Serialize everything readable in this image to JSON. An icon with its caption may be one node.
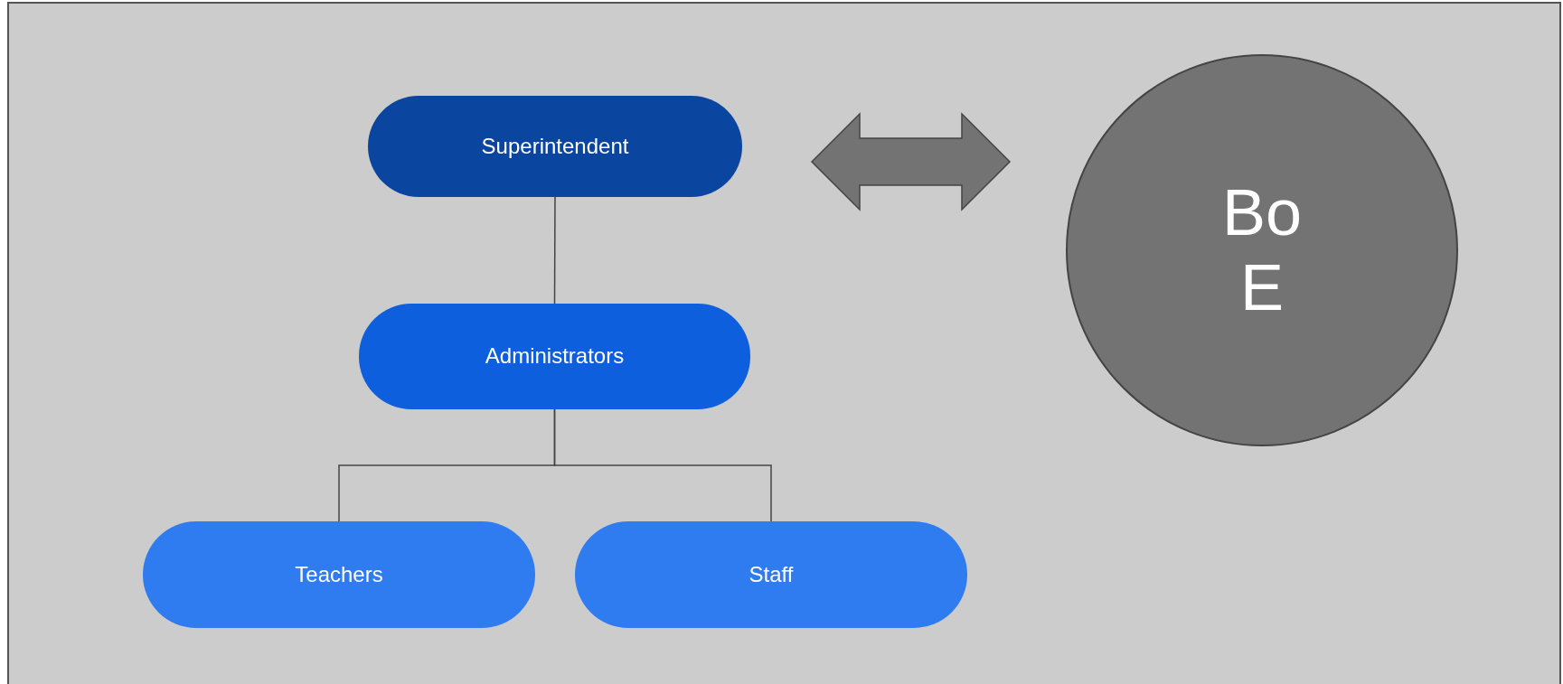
{
  "diagram": {
    "nodes": [
      {
        "text": [
          "Superintendent"
        ]
      },
      {
        "text": [
          "Administrators"
        ]
      },
      {
        "text": [
          "Teachers"
        ]
      },
      {
        "text": [
          "Staff"
        ]
      },
      {
        "text": [
          "Bo E"
        ]
      }
    ],
    "edges": [
      {
        "from": 0,
        "to": 4,
        "arrow": "both"
      },
      {
        "from": 0,
        "to": 1,
        "arrow": "none"
      },
      {
        "from": 1,
        "to": 2,
        "arrow": "none"
      },
      {
        "from": 1,
        "to": 3,
        "arrow": "none"
      }
    ]
  }
}
